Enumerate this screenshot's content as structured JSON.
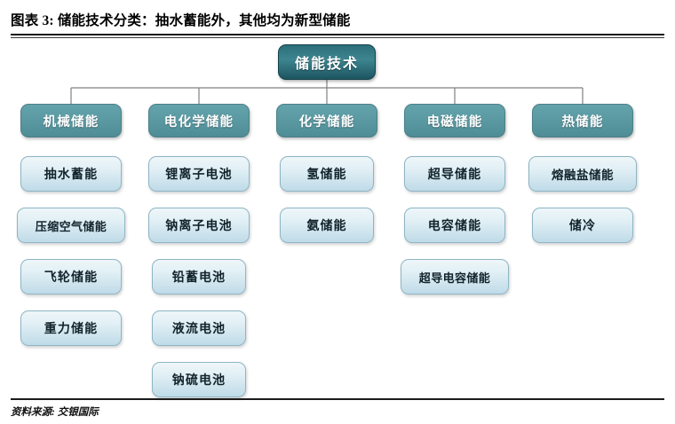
{
  "figure": {
    "title": "图表 3: 储能技术分类：抽水蓄能外，其他均为新型储能",
    "source": "资料来源: 交银国际"
  },
  "colors": {
    "root_fill": "#3d8590",
    "root_border": "#14414a",
    "header_fill": "#5b9aa3",
    "header_border": "#4c7f88",
    "leaf_fill_top": "#eef6f9",
    "leaf_fill_bottom": "#bfdbe8",
    "leaf_border": "#8fb5c4",
    "connector": "#808080",
    "rule": "#1b1b1b",
    "text_dark": "#12232b",
    "text_light": "#ffffff"
  },
  "diagram": {
    "type": "tree",
    "root": {
      "label": "储能技术"
    },
    "branches": [
      {
        "header": "机械储能",
        "children": [
          "抽水蓄能",
          "压缩空气储能",
          "飞轮储能",
          "重力储能"
        ]
      },
      {
        "header": "电化学储能",
        "children": [
          "锂离子电池",
          "钠离子电池",
          "铅蓄电池",
          "液流电池",
          "钠硫电池"
        ]
      },
      {
        "header": "化学储能",
        "children": [
          "氢储能",
          "氨储能"
        ]
      },
      {
        "header": "电磁储能",
        "children": [
          "超导储能",
          "电容储能",
          "超导电容储能"
        ]
      },
      {
        "header": "热储能",
        "children": [
          "熔融盐储能",
          "储冷"
        ]
      }
    ]
  }
}
